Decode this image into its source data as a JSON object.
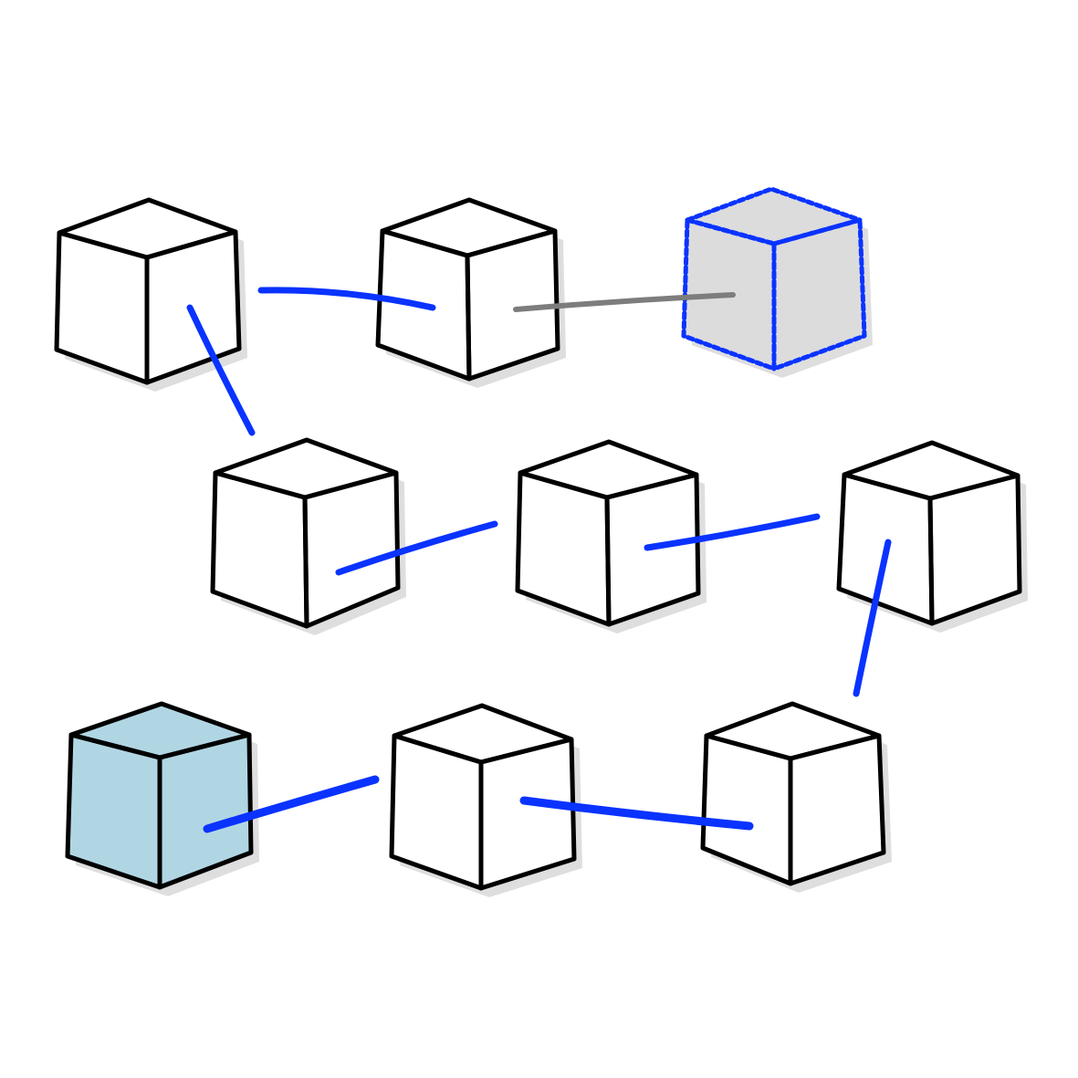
{
  "colors": {
    "background": "#ffffff",
    "outline": "#000000",
    "shadow": "#dedede",
    "link": "#0a33ff",
    "pending_link": "#7d7d7d",
    "pending_fill": "#dcdcdc",
    "pending_outline": "#0a33ff",
    "genesis_fill": "#b1d6e3",
    "block_fill": "#ffffff"
  },
  "blocks": [
    {
      "id": "genesis",
      "state": "genesis"
    },
    {
      "id": "block-2",
      "state": "confirmed"
    },
    {
      "id": "block-3",
      "state": "confirmed"
    },
    {
      "id": "block-4",
      "state": "confirmed"
    },
    {
      "id": "block-5",
      "state": "confirmed"
    },
    {
      "id": "block-6",
      "state": "confirmed"
    },
    {
      "id": "block-7",
      "state": "confirmed"
    },
    {
      "id": "block-8",
      "state": "confirmed"
    },
    {
      "id": "block-9",
      "state": "confirmed"
    },
    {
      "id": "pending",
      "state": "pending"
    }
  ],
  "links": [
    {
      "from": "genesis",
      "to": "block-2",
      "state": "confirmed"
    },
    {
      "from": "block-2",
      "to": "block-3",
      "state": "confirmed"
    },
    {
      "from": "block-3",
      "to": "block-4",
      "state": "confirmed"
    },
    {
      "from": "block-4",
      "to": "block-5",
      "state": "confirmed"
    },
    {
      "from": "block-5",
      "to": "block-6",
      "state": "confirmed"
    },
    {
      "from": "block-6",
      "to": "block-7",
      "state": "confirmed"
    },
    {
      "from": "block-7",
      "to": "block-8",
      "state": "confirmed"
    },
    {
      "from": "block-8",
      "to": "block-9",
      "state": "confirmed"
    },
    {
      "from": "block-9",
      "to": "pending",
      "state": "pending"
    }
  ]
}
